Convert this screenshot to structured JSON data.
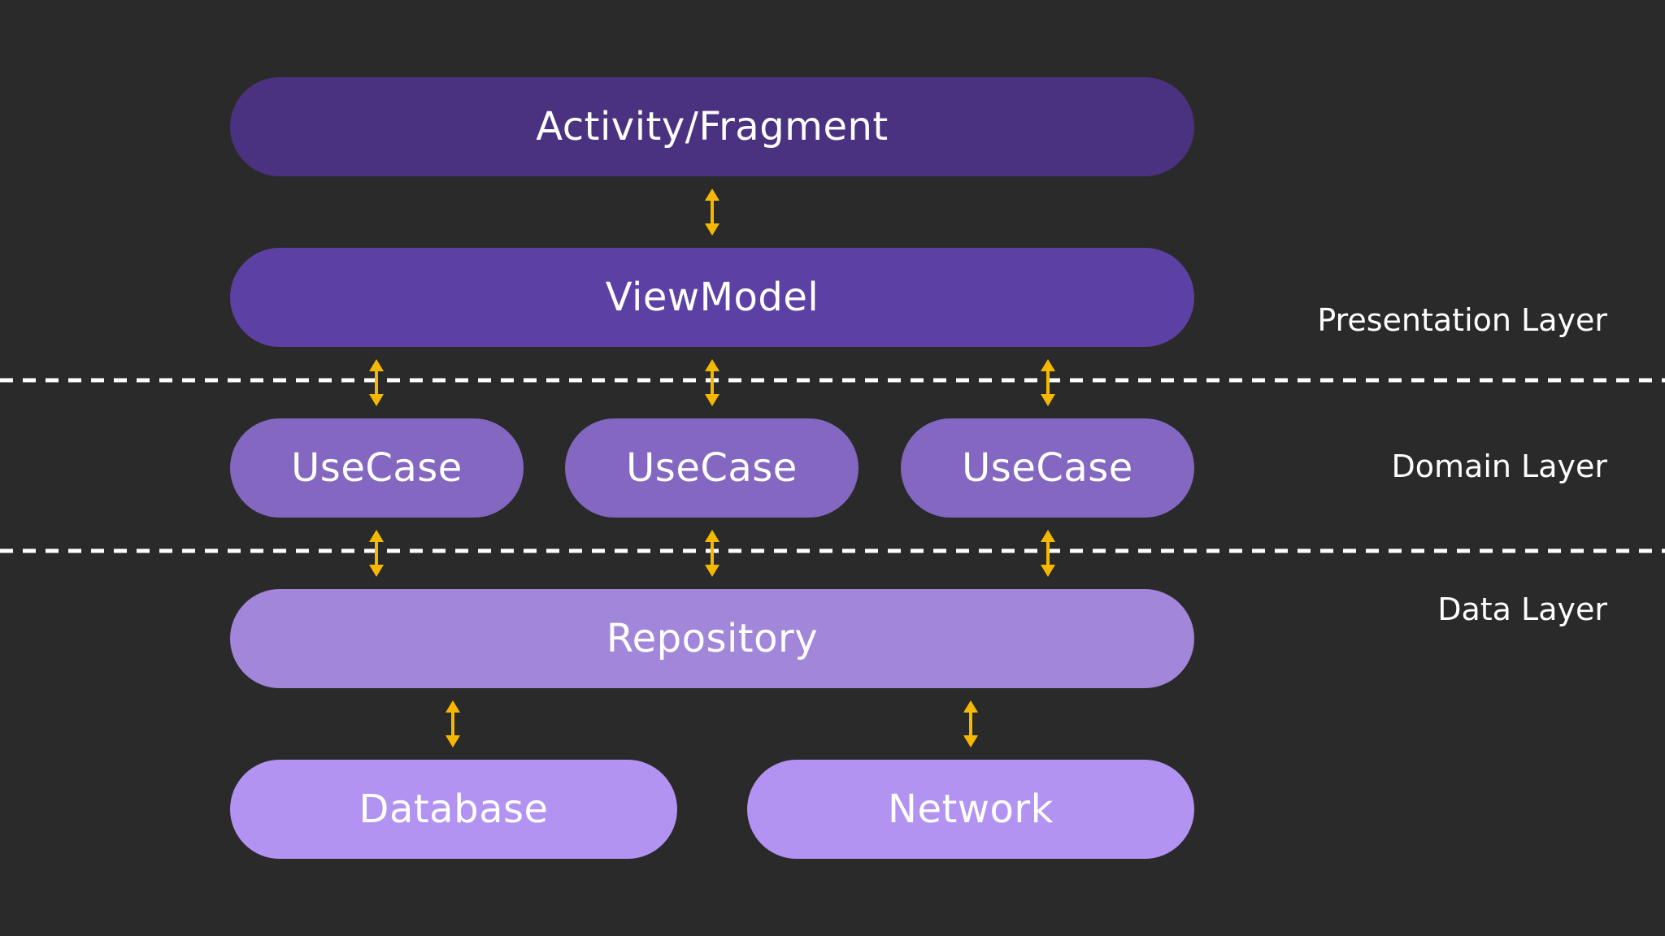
{
  "nodes": {
    "activity": "Activity/Fragment",
    "viewmodel": "ViewModel",
    "usecase_1": "UseCase",
    "usecase_2": "UseCase",
    "usecase_3": "UseCase",
    "repository": "Repository",
    "database": "Database",
    "network": "Network"
  },
  "layers": {
    "presentation": "Presentation Layer",
    "domain": "Domain Layer",
    "data": "Data Layer"
  },
  "colors": {
    "background": "#2a2a2b",
    "activity": "#4a3280",
    "viewmodel": "#5d40a3",
    "usecase": "#8467c1",
    "repository": "#a286d9",
    "storage": "#b393f1",
    "arrow": "#f5b800",
    "divider": "#ffffff"
  }
}
